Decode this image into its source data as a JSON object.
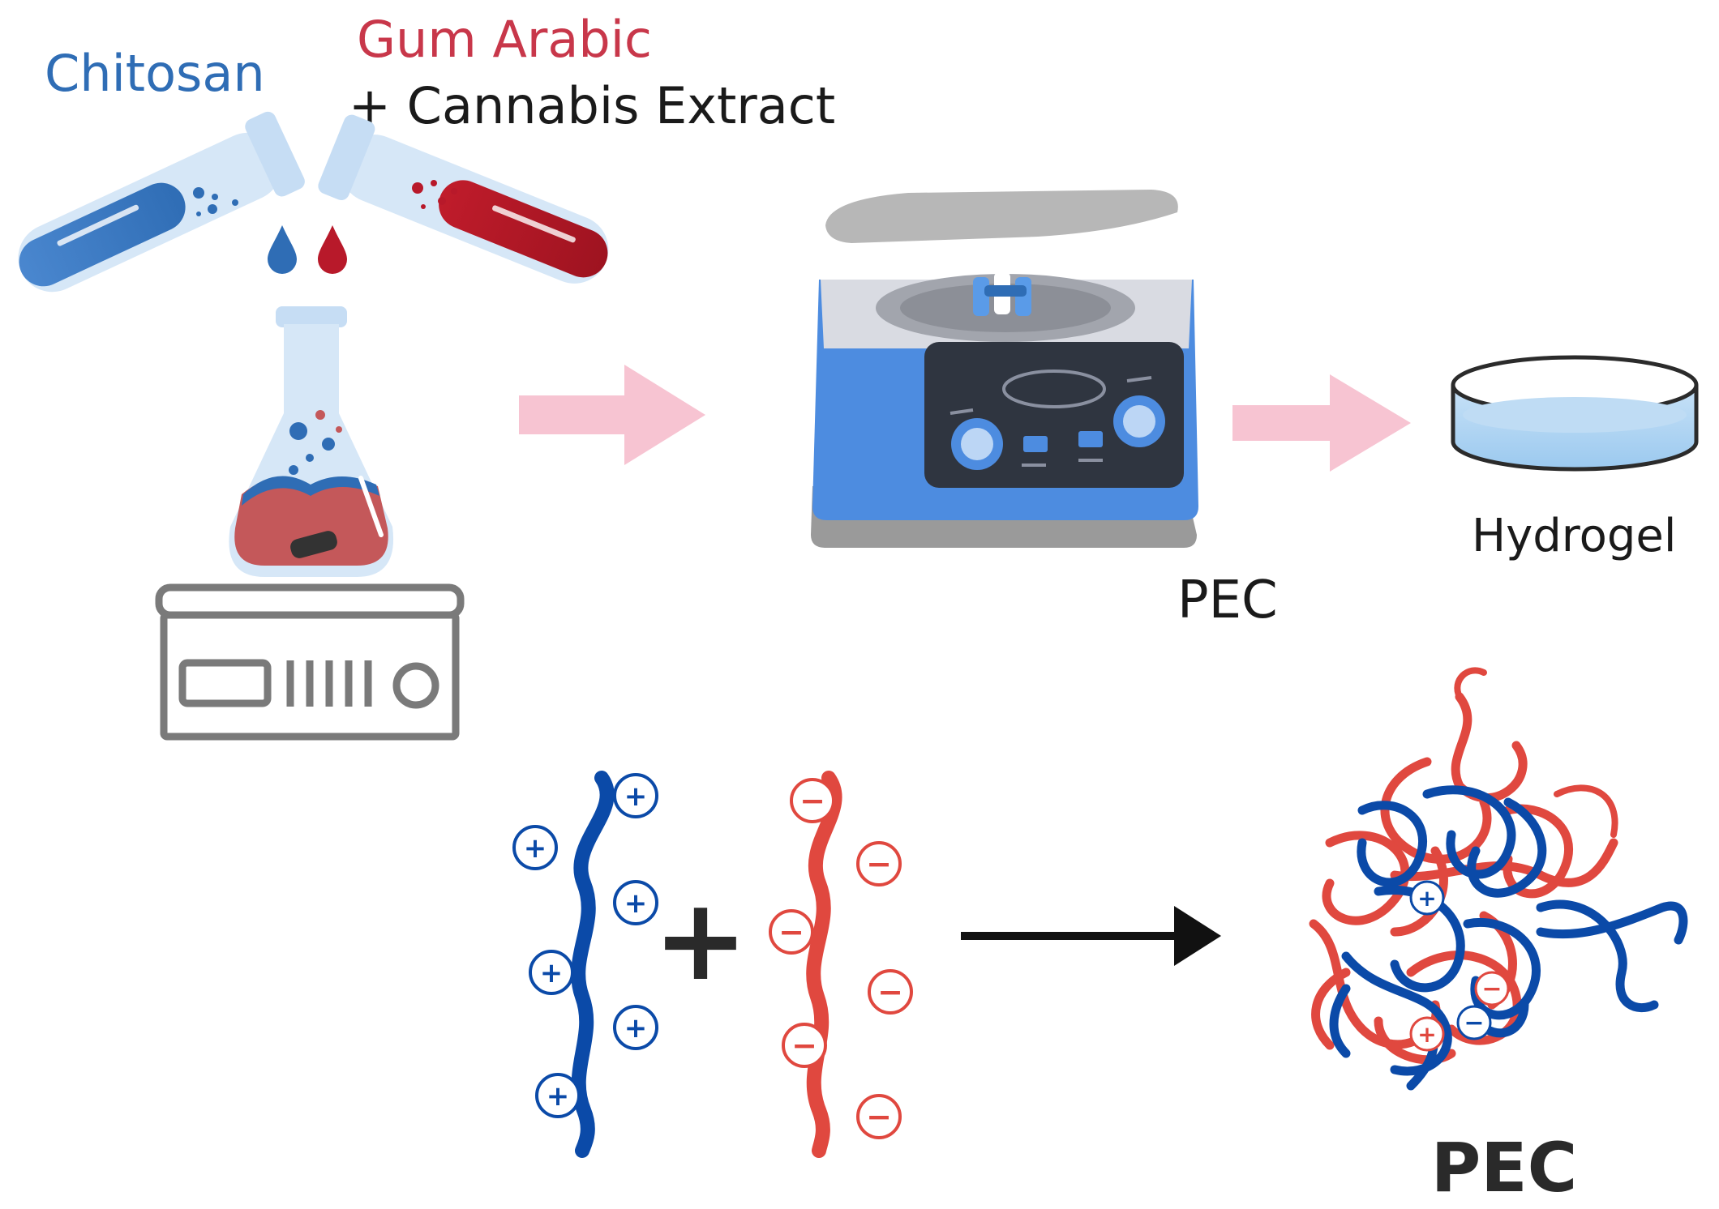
{
  "labels": {
    "chitosan": "Chitosan",
    "gum_arabic": "Gum Arabic",
    "cannabis_extract": "+ Cannabis Extract",
    "pec_centrifuge": "PEC",
    "hydrogel": "Hydrogel",
    "plus_sign": "+",
    "pec_complex": "PEC"
  },
  "colors": {
    "chitosan_blue": "#2f6db5",
    "gum_red": "#c8374a",
    "cannabis_text": "#1a1a1a",
    "flow_arrow_pink": "#f7c4d2",
    "chain_blue": "#0b4aa8",
    "chain_red": "#e0483f",
    "reaction_arrow": "#111111",
    "hotplate_gray": "#7a7a7a"
  },
  "charges": {
    "positive": "+",
    "negative": "−"
  }
}
